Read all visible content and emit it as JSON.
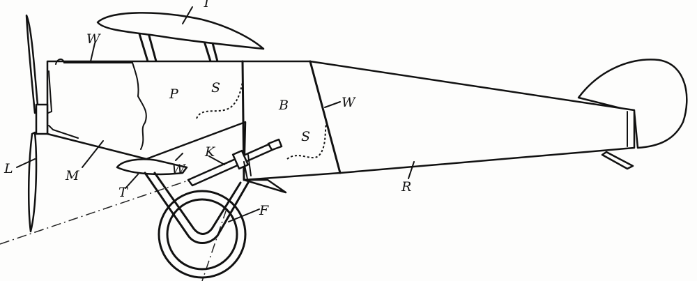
{
  "labels": {
    "upper_wing": "T",
    "lower_wing": "T",
    "wire_top": "W",
    "wire_rear_bay": "W",
    "wire_lower": "W",
    "compartment_p": "P",
    "compartment_b": "B",
    "seam_upper": "S",
    "seam_lower": "S",
    "gun": "K",
    "engine": "M",
    "propeller": "L",
    "fuselage_rear": "R",
    "landing_gear": "F"
  }
}
